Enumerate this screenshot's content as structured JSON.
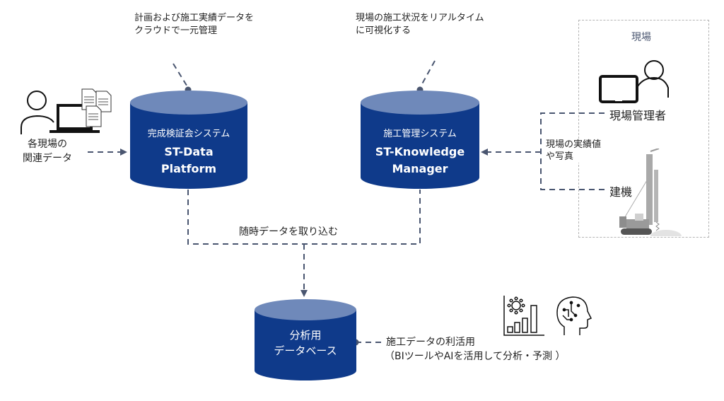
{
  "colors": {
    "db_body": "#0f3a8a",
    "db_top": "#6f89ba",
    "connector": "#4a5670"
  },
  "left_source": {
    "label_line1": "各現場の",
    "label_line2": "関連データ",
    "icons": [
      "person-icon",
      "laptop-icon",
      "documents-icon"
    ]
  },
  "db1": {
    "note_line1": "計画および施工実績データを",
    "note_line2": "クラウドで一元管理",
    "subtitle": "完成検証会システム",
    "title_line1": "ST-Data",
    "title_line2": "Platform"
  },
  "db2": {
    "note_line1": "現場の施工状況をリアルタイム",
    "note_line2": "に可視化する",
    "subtitle": "施工管理システム",
    "title_line1": "ST-Knowledge",
    "title_line2": "Manager"
  },
  "site": {
    "title": "現場",
    "manager_label": "現場管理者",
    "machine_label": "建機",
    "flow_label_line1": "現場の実績値",
    "flow_label_line2": "や写真"
  },
  "merge_label": "随時データを取り込む",
  "db3": {
    "title_line1": "分析用",
    "title_line2": "データベース",
    "usage_line1": "施工データの利活用",
    "usage_line2": "（BIツールやAIを活用して分析・予測 ）",
    "icons": [
      "bar-chart-virus-icon",
      "ai-head-icon"
    ]
  }
}
